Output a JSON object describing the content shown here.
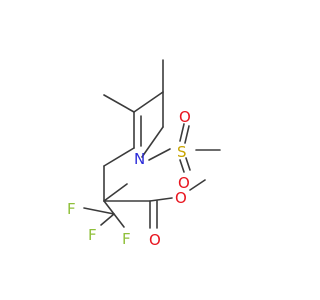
{
  "molecule": {
    "atoms": [
      {
        "id": "N1",
        "symbol": "N",
        "color": "#2b2bd9"
      },
      {
        "id": "S1",
        "symbol": "S",
        "color": "#c8a400"
      },
      {
        "id": "O1",
        "symbol": "O",
        "color": "#e8141e"
      },
      {
        "id": "O2",
        "symbol": "O",
        "color": "#e8141e"
      },
      {
        "id": "O3",
        "symbol": "O",
        "color": "#e8141e"
      },
      {
        "id": "O4",
        "symbol": "O",
        "color": "#e8141e"
      },
      {
        "id": "F1",
        "symbol": "F",
        "color": "#8fbf3a"
      },
      {
        "id": "F2",
        "symbol": "F",
        "color": "#8fbf3a"
      },
      {
        "id": "F3",
        "symbol": "F",
        "color": "#8fbf3a"
      }
    ],
    "bond_color": "#3b3b3b"
  }
}
